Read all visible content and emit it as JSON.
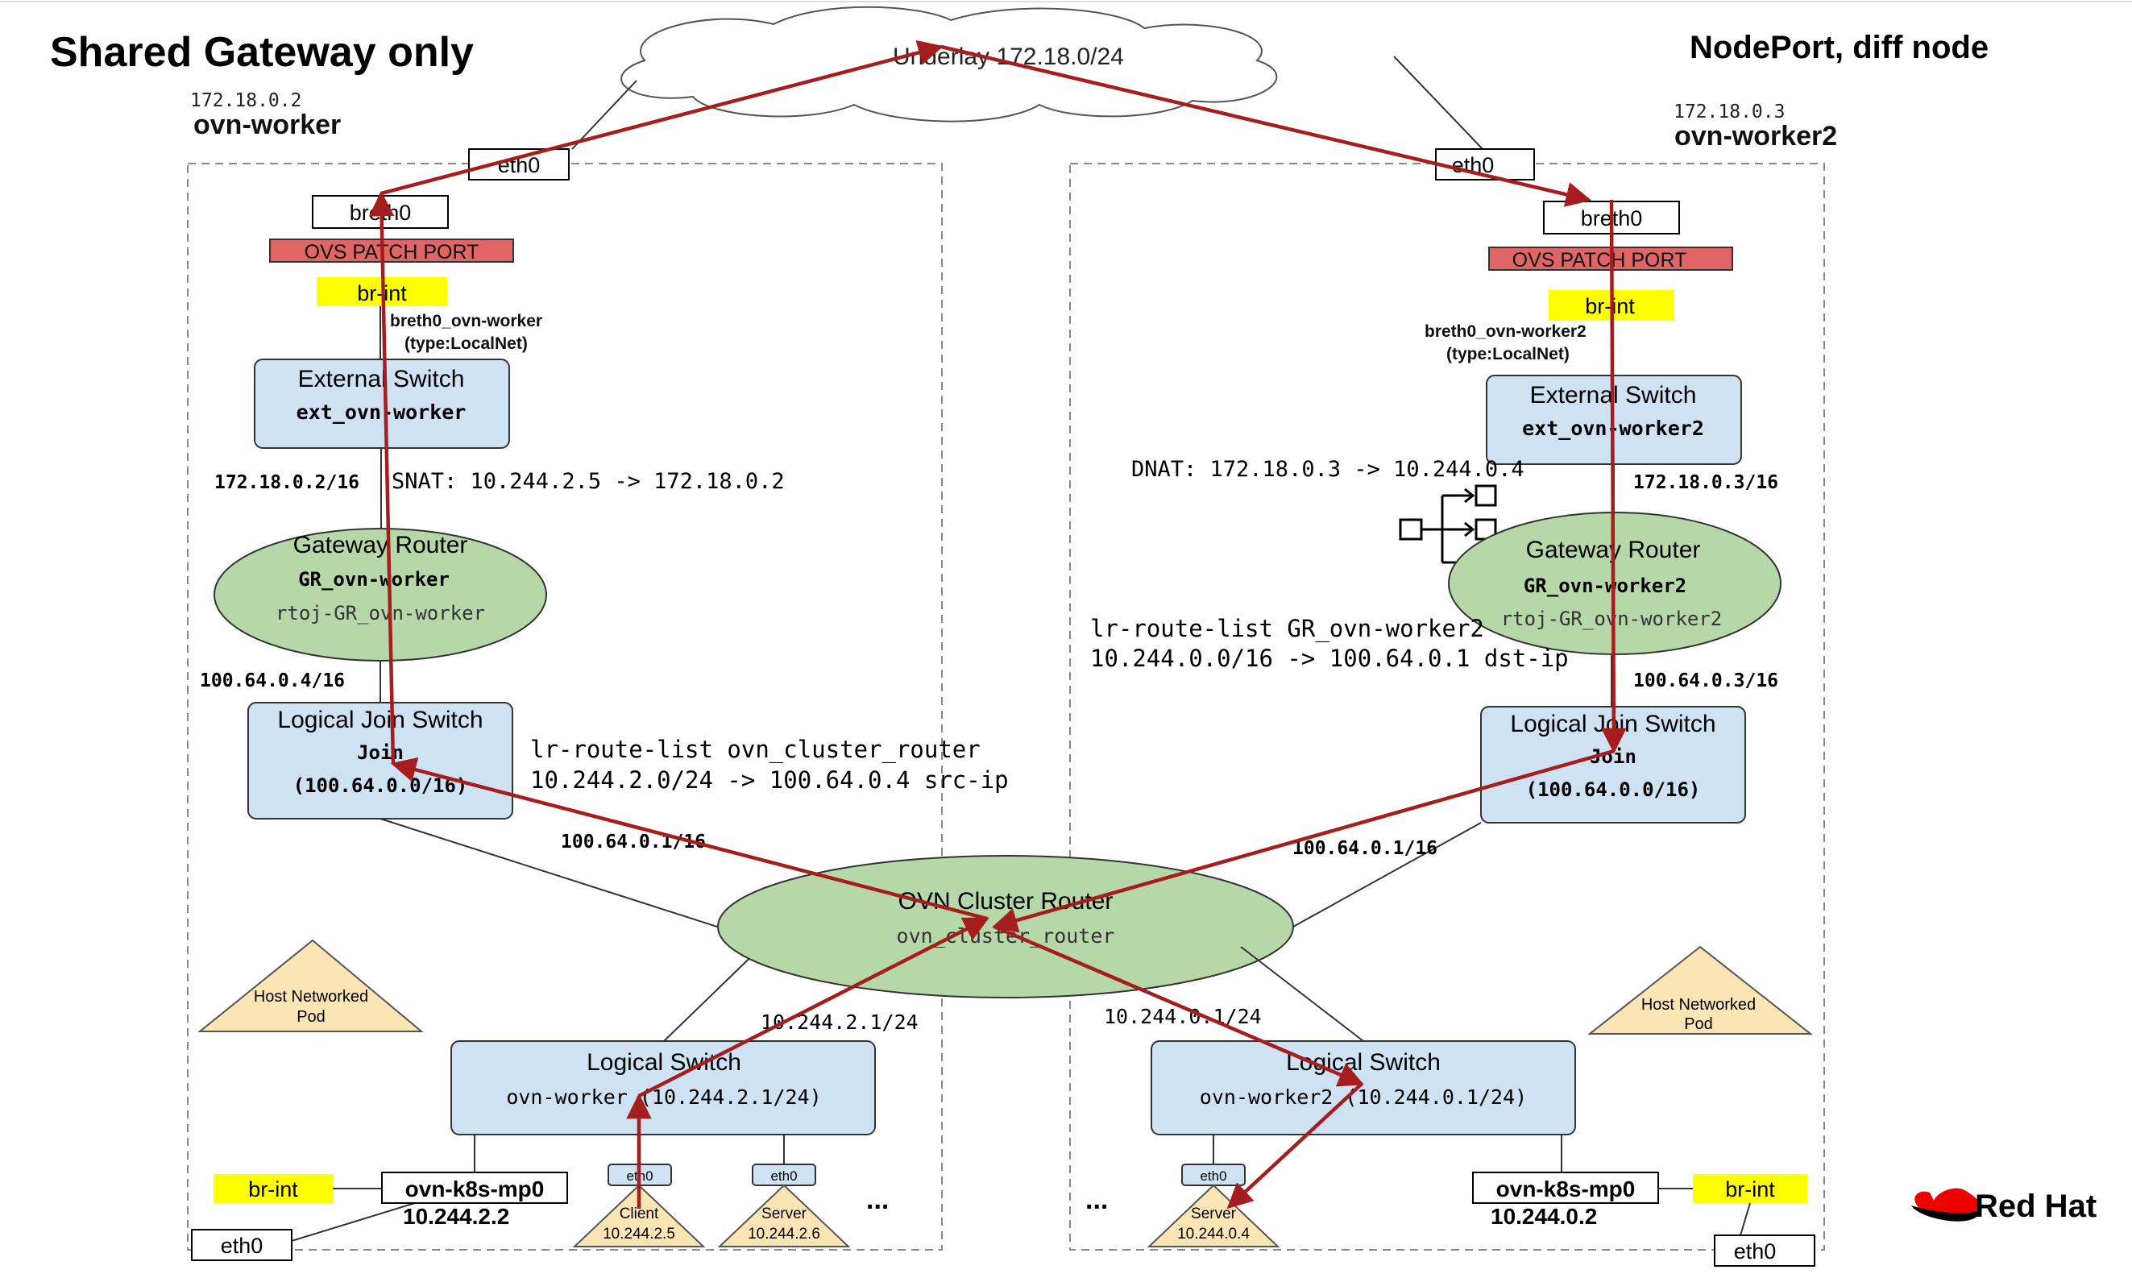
{
  "title": "Shared Gateway only",
  "subtitle": "NodePort, diff node",
  "underlay": "Underlay  172.18.0/24",
  "logo_text": "Red Hat",
  "colors": {
    "arrow": "#a51d1d",
    "node_blue": "#cfe2f3",
    "router_green": "#b6d7a8",
    "ovs_patch": "#e06666",
    "br_int_yellow": "#ffff00",
    "pod_tan": "#fce5b4",
    "logo_red": "#ee0000"
  },
  "worker1": {
    "ip": "172.18.0.2",
    "name": "ovn-worker",
    "eth0_top": "eth0",
    "breth0": "breth0",
    "ovs_patch": "OVS PATCH PORT",
    "br_int": "br-int",
    "localnet_port": "breth0_ovn-worker",
    "localnet_type": "(type:LocalNet)",
    "ext_switch_title": "External Switch",
    "ext_switch_name": "ext_ovn-worker",
    "ext_subnet": "172.18.0.2/16",
    "snat": "SNAT: 10.244.2.5 -> 172.18.0.2",
    "gr_title": "Gateway Router",
    "gr_name": "GR_ovn-worker",
    "gr_port": "rtoj-GR_ovn-worker",
    "join_ip": "100.64.0.4/16",
    "join_title": "Logical Join Switch",
    "join_name": "Join",
    "join_subnet": "(100.64.0.0/16)",
    "route_list": "lr-route-list ovn_cluster_router",
    "route": "10.244.2.0/24 -> 100.64.0.4 src-ip",
    "cluster_port": "100.64.0.1/16",
    "host_pod_line1": "Host Networked",
    "host_pod_line2": "Pod",
    "ls_port": "10.244.2.1/24",
    "ls_title": "Logical Switch",
    "ls_name": "ovn-worker (10.244.2.1/24)",
    "br_int_bottom": "br-int",
    "eth0_bottom": "eth0",
    "mp0": "ovn-k8s-mp0",
    "mp0_ip": "10.244.2.2",
    "pod1_eth": "eth0",
    "pod1_name": "Client",
    "pod1_ip": "10.244.2.5",
    "pod2_eth": "eth0",
    "pod2_name": "Server",
    "pod2_ip": "10.244.2.6",
    "ellipsis": "..."
  },
  "worker2": {
    "ip": "172.18.0.3",
    "name": "ovn-worker2",
    "eth0_top": "eth0",
    "breth0": "breth0",
    "ovs_patch": "OVS PATCH PORT",
    "br_int": "br-int",
    "localnet_port": "breth0_ovn-worker2",
    "localnet_type": "(type:LocalNet)",
    "ext_switch_title": "External Switch",
    "ext_switch_name": "ext_ovn-worker2",
    "dnat": "DNAT: 172.18.0.3 -> 10.244.0.4",
    "ext_subnet": "172.18.0.3/16",
    "gr_title": "Gateway Router",
    "gr_name": "GR_ovn-worker2",
    "gr_port": "rtoj-GR_ovn-worker2",
    "route_list": "lr-route-list GR_ovn-worker2",
    "route": "10.244.0.0/16 -> 100.64.0.1 dst-ip",
    "join_ip": "100.64.0.3/16",
    "join_title": "Logical Join Switch",
    "join_name": "Join",
    "join_subnet": "(100.64.0.0/16)",
    "cluster_port": "100.64.0.1/16",
    "host_pod_line1": "Host Networked",
    "host_pod_line2": "Pod",
    "ls_port": "10.244.0.1/24",
    "ls_title": "Logical Switch",
    "ls_name": "ovn-worker2 (10.244.0.1/24)",
    "ellipsis": "...",
    "pod_eth": "eth0",
    "pod_name": "Server",
    "pod_ip": "10.244.0.4",
    "mp0": "ovn-k8s-mp0",
    "mp0_ip": "10.244.0.2",
    "br_int_bottom": "br-int",
    "eth0_bottom": "eth0"
  },
  "cluster_router": {
    "title": "OVN Cluster Router",
    "name": "ovn_cluster_router"
  }
}
